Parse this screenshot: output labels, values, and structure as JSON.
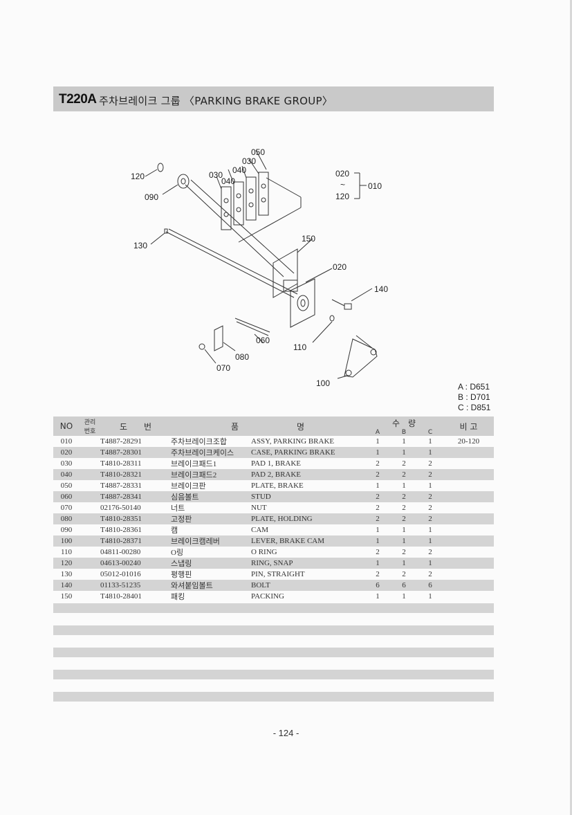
{
  "header": {
    "code": "T220A",
    "title": "주차브레이크 그룹 〈PARKING BRAKE GROUP〉"
  },
  "diagram": {
    "callouts": [
      "050",
      "030",
      "040",
      "030",
      "040",
      "120",
      "090",
      "020",
      "~",
      "120",
      "010",
      "150",
      "130",
      "020",
      "140",
      "060",
      "110",
      "080",
      "070",
      "100"
    ]
  },
  "models": [
    "A : D651",
    "B : D701",
    "C : D851"
  ],
  "table": {
    "headers": {
      "no": "NO",
      "mgmt_top": "관리",
      "mgmt_bottom": "번호",
      "part_no": "도　　번",
      "name": "품　　　　　　　명",
      "qty": "수　량",
      "qty_a": "A",
      "qty_b": "B",
      "qty_c": "C",
      "remark": "비 고"
    },
    "rows": [
      {
        "no": "010",
        "part": "T4887-28291",
        "kr": "주차브레이크조합",
        "en": "ASSY, PARKING BRAKE",
        "a": "1",
        "b": "1",
        "c": "1",
        "remark": "20-120"
      },
      {
        "no": "020",
        "part": "T4887-28301",
        "kr": "주차브레이크케이스",
        "en": "CASE, PARKING BRAKE",
        "a": "1",
        "b": "1",
        "c": "1",
        "remark": ""
      },
      {
        "no": "030",
        "part": "T4810-28311",
        "kr": "브레이크패드1",
        "en": "PAD 1, BRAKE",
        "a": "2",
        "b": "2",
        "c": "2",
        "remark": ""
      },
      {
        "no": "040",
        "part": "T4810-28321",
        "kr": "브레이크패드2",
        "en": "PAD 2, BRAKE",
        "a": "2",
        "b": "2",
        "c": "2",
        "remark": ""
      },
      {
        "no": "050",
        "part": "T4887-28331",
        "kr": "브레이크판",
        "en": "PLATE, BRAKE",
        "a": "1",
        "b": "1",
        "c": "1",
        "remark": ""
      },
      {
        "no": "060",
        "part": "T4887-28341",
        "kr": "심음볼트",
        "en": "STUD",
        "a": "2",
        "b": "2",
        "c": "2",
        "remark": ""
      },
      {
        "no": "070",
        "part": "02176-50140",
        "kr": "너트",
        "en": "NUT",
        "a": "2",
        "b": "2",
        "c": "2",
        "remark": ""
      },
      {
        "no": "080",
        "part": "T4810-28351",
        "kr": "고정판",
        "en": "PLATE, HOLDING",
        "a": "2",
        "b": "2",
        "c": "2",
        "remark": ""
      },
      {
        "no": "090",
        "part": "T4810-28361",
        "kr": "캠",
        "en": "CAM",
        "a": "1",
        "b": "1",
        "c": "1",
        "remark": ""
      },
      {
        "no": "100",
        "part": "T4810-28371",
        "kr": "브레이크캠레버",
        "en": "LEVER, BRAKE CAM",
        "a": "1",
        "b": "1",
        "c": "1",
        "remark": ""
      },
      {
        "no": "110",
        "part": "04811-00280",
        "kr": "O링",
        "en": "O RING",
        "a": "2",
        "b": "2",
        "c": "2",
        "remark": ""
      },
      {
        "no": "120",
        "part": "04613-00240",
        "kr": "스냅링",
        "en": "RING, SNAP",
        "a": "1",
        "b": "1",
        "c": "1",
        "remark": ""
      },
      {
        "no": "130",
        "part": "05012-01016",
        "kr": "평행핀",
        "en": "PIN, STRAIGHT",
        "a": "2",
        "b": "2",
        "c": "2",
        "remark": ""
      },
      {
        "no": "140",
        "part": "01133-51235",
        "kr": "와셔붙임볼트",
        "en": "BOLT",
        "a": "6",
        "b": "6",
        "c": "6",
        "remark": ""
      },
      {
        "no": "150",
        "part": "T4810-28401",
        "kr": "패킹",
        "en": "PACKING",
        "a": "1",
        "b": "1",
        "c": "1",
        "remark": ""
      }
    ]
  },
  "page_number": "- 124 -"
}
